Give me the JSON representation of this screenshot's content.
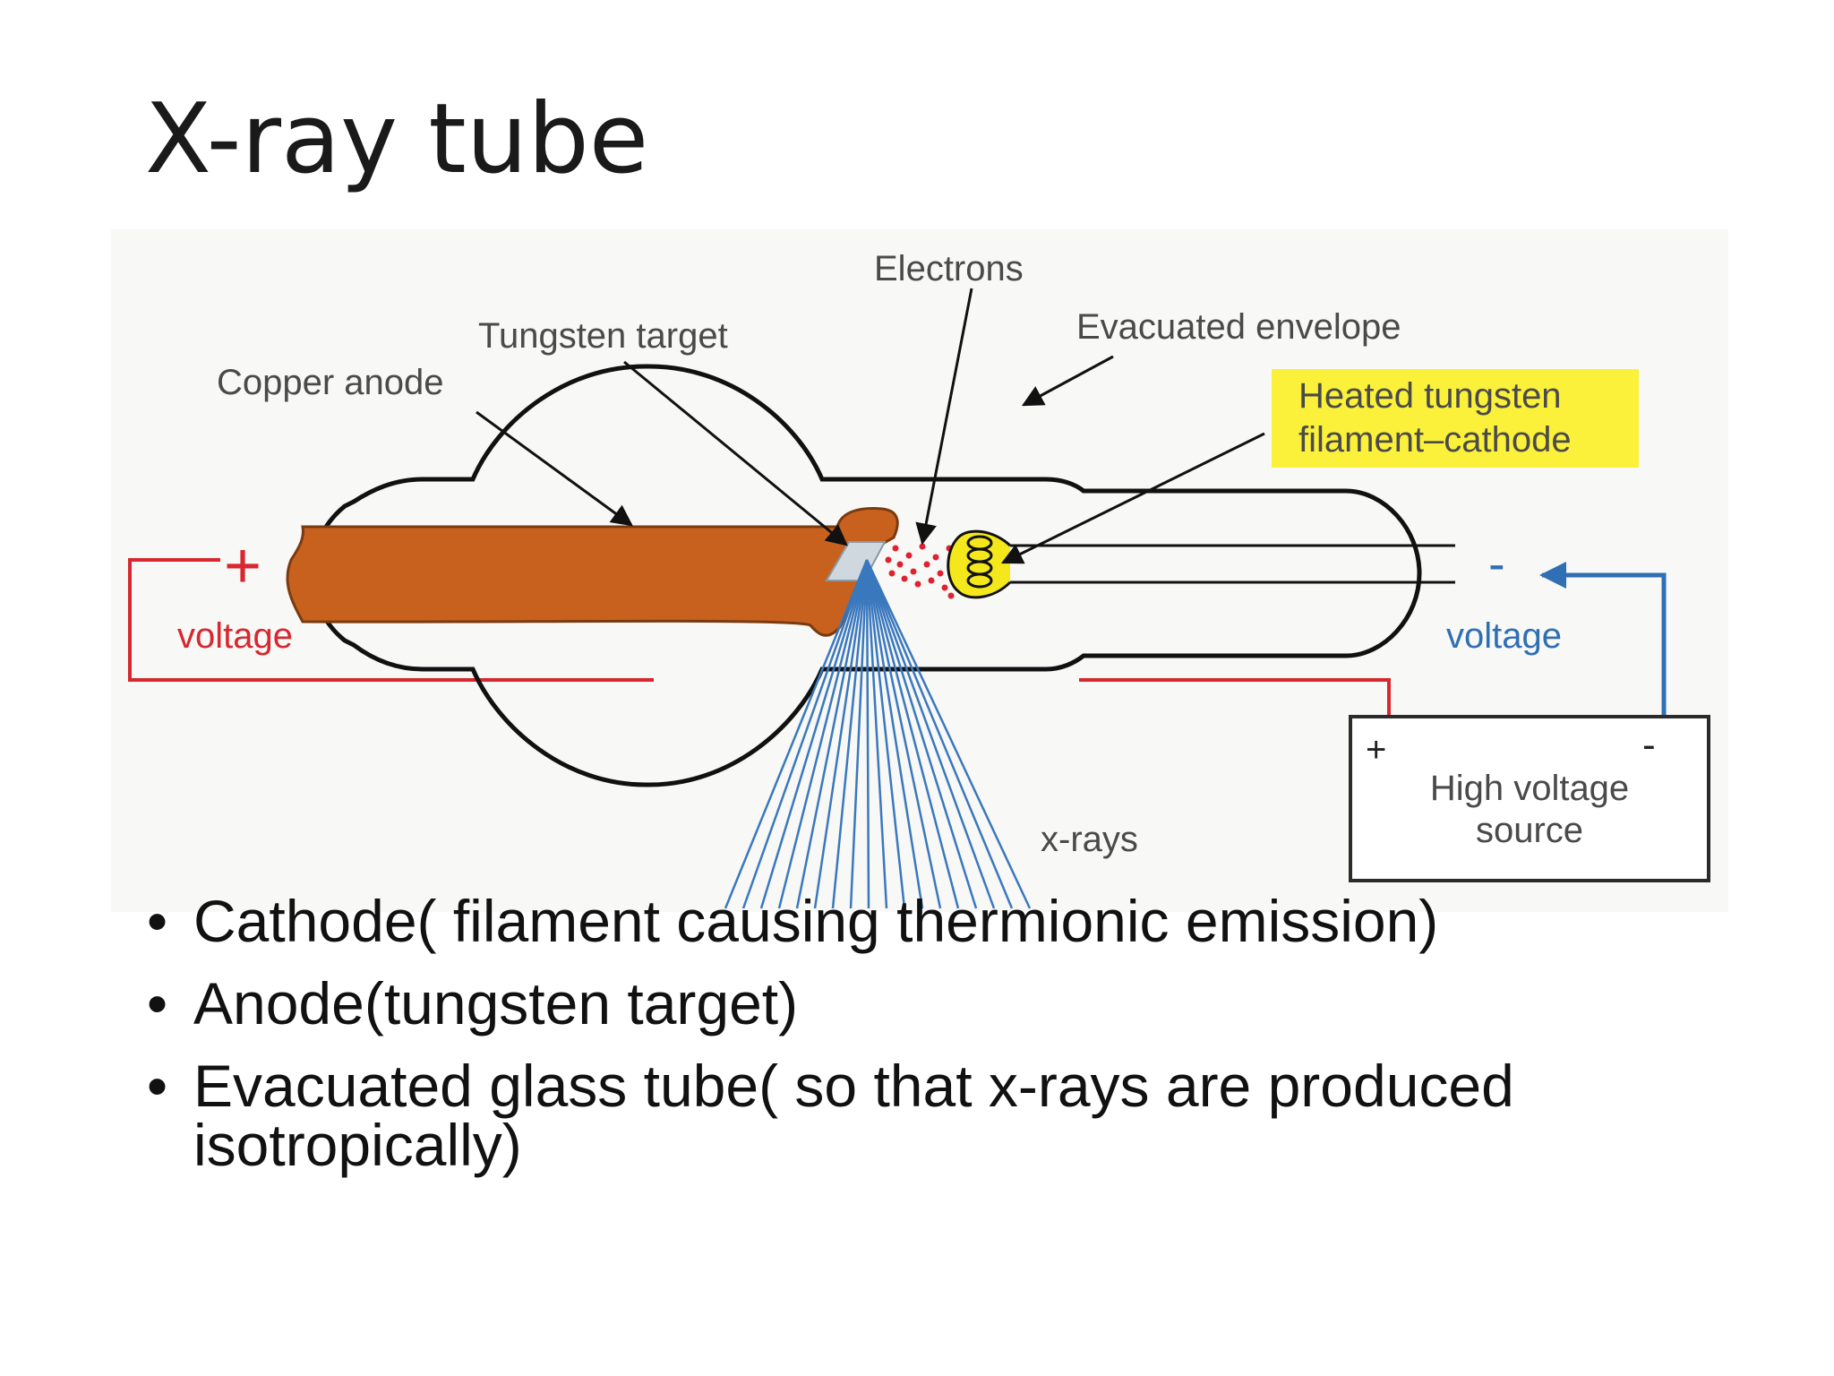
{
  "slide": {
    "title": "X-ray tube",
    "bullets": [
      "Cathode( filament causing thermionic emission)",
      "Anode(tungsten target)",
      "Evacuated glass tube( so that x-rays are produced isotropically)"
    ]
  },
  "diagram": {
    "labels": {
      "electrons": "Electrons",
      "tungsten_target": "Tungsten target",
      "copper_anode": "Copper anode",
      "evacuated_envelope": "Evacuated envelope",
      "heated_filament_line1": "Heated tungsten",
      "heated_filament_line2": "filament–cathode",
      "anode_sign": "+",
      "voltage_left": "voltage",
      "cathode_sign": "-",
      "voltage_right": "voltage",
      "source_plus": "+",
      "source_minus": "-",
      "source_line1": "High voltage",
      "source_line2": "source",
      "xrays": "x-rays"
    },
    "colors": {
      "copper": "#c8611e",
      "tungsten_target": "#cfd8df",
      "anode_circuit": "#d6282e",
      "cathode_circuit": "#2f6fb3",
      "xray_beams": "#3a78bd",
      "electron_dots": "#e0212f",
      "filament_glow": "#f4e81c",
      "label_highlight": "#fbf13a",
      "diagram_background": "#f8f8f7"
    }
  }
}
